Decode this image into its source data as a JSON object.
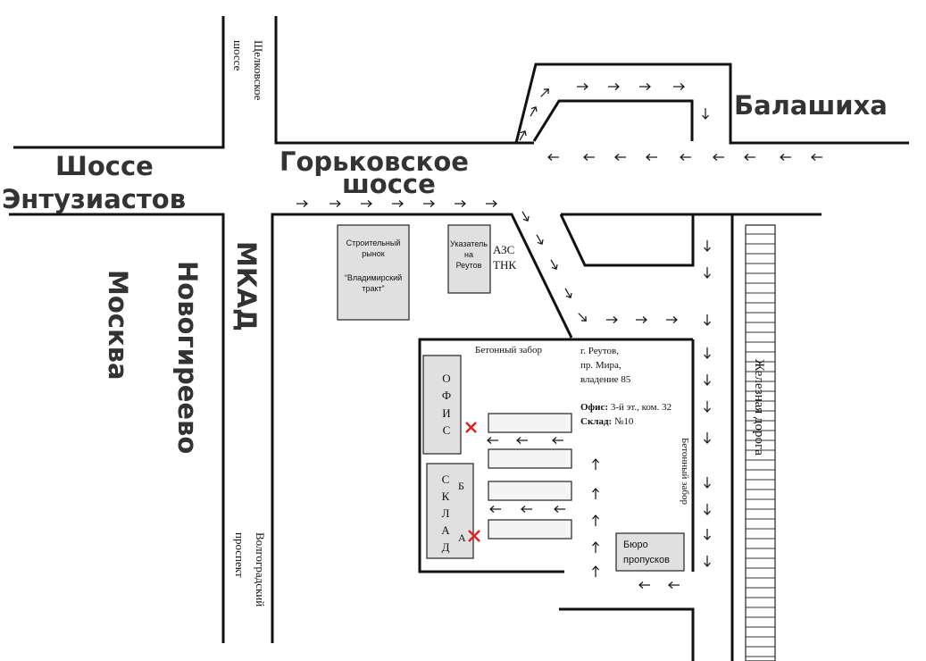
{
  "labels": {
    "shosse_entuziastov_1": "Шоссе",
    "shosse_entuziastov_2": "Энтузиастов",
    "gorkovskoe_1": "Горьковское",
    "gorkovskoe_2": "шоссе",
    "balashikha": "Балашиха",
    "shchelkovskoe_1": "Щелковское",
    "shchelkovskoe_2": "шоссе",
    "mkad": "МКАД",
    "novogireevo": "Новогиреево",
    "moskva": "Москва",
    "volgogradsky_1": "Волгоградский",
    "volgogradsky_2": "проспект",
    "zheleznaya_doroga": "Железная дорога",
    "betonny_zabor_top": "Бетонный забор",
    "betonny_zabor_right": "Бетонный забор",
    "azs": "АЗС",
    "tnk": "ТНК"
  },
  "market": {
    "line1": "Строительный",
    "line2": "рынок",
    "line3": "“Владимирский",
    "line4": "тракт”"
  },
  "pointer_sign": {
    "line1": "Указатель",
    "line2": "на",
    "line3": "Реутов"
  },
  "address": {
    "line1": "г. Реутов,",
    "line2": "пр. Мира,",
    "line3": "владение 85",
    "office_label": "Офис:",
    "office_value": " 3-й эт., ком. 32",
    "warehouse_label": "Склад:",
    "warehouse_value": " №10"
  },
  "office_letters": [
    "О",
    "Ф",
    "И",
    "С"
  ],
  "warehouse_letters": [
    "С",
    "К",
    "Л",
    "А",
    "Д"
  ],
  "gate_b": "Б",
  "gate_a": "А",
  "pass_bureau": {
    "line1": "Бюро",
    "line2": "пропусков"
  },
  "colors": {
    "road": "#111111",
    "building_fill": "#e0e0e0",
    "marker": "#dd2222",
    "label_big": "#333333"
  },
  "icons": {
    "entrance_marker": "red-cross",
    "direction": "arrow"
  }
}
